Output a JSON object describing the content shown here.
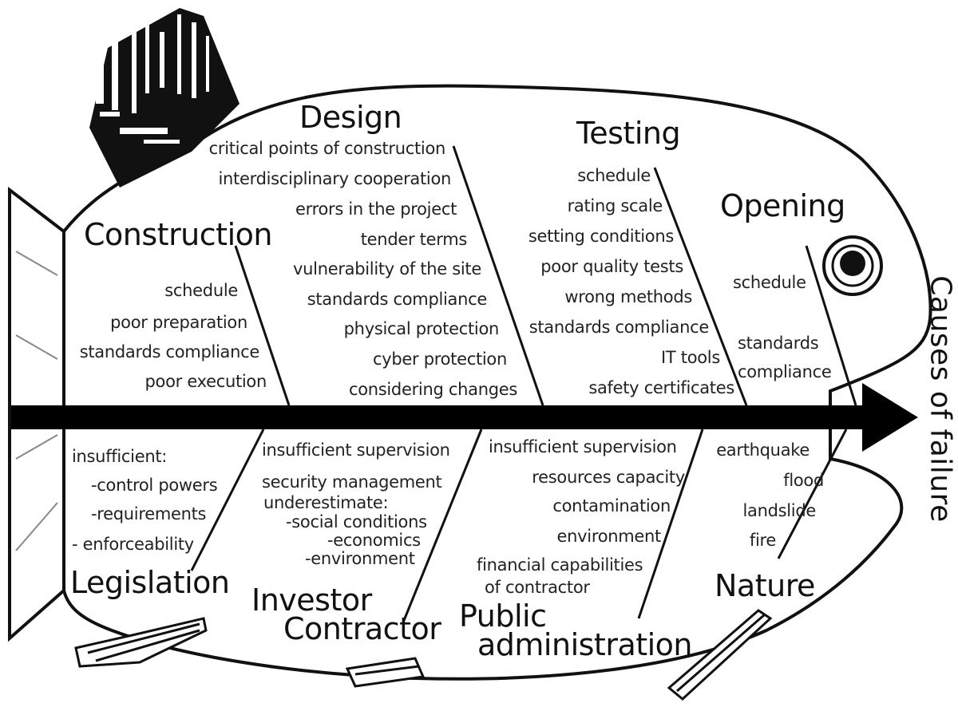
{
  "effect": "Causes of failure",
  "categories": {
    "design": {
      "title": "Design",
      "items": [
        "critical points of construction",
        "interdisciplinary cooperation",
        "errors in the project",
        "tender terms",
        "vulnerability of the site",
        "standards compliance",
        "physical protection",
        "cyber protection",
        "considering changes"
      ]
    },
    "testing": {
      "title": "Testing",
      "items": [
        "schedule",
        "rating scale",
        "setting conditions",
        "poor quality tests",
        "wrong methods",
        "standards compliance",
        "IT tools",
        "safety certificates"
      ]
    },
    "opening": {
      "title": "Opening",
      "items": [
        "schedule",
        "standards",
        "compliance"
      ]
    },
    "construction": {
      "title": "Construction",
      "items": [
        "schedule",
        "poor preparation",
        "standards compliance",
        "poor execution"
      ]
    },
    "legislation": {
      "title": "Legislation",
      "items": [
        "insufficient:",
        "-control powers",
        "-requirements",
        "- enforceability"
      ]
    },
    "investor_contractor": {
      "title_line1": "Investor",
      "title_line2": "Contractor",
      "items": [
        "insufficient supervision",
        "security management",
        "underestimate:",
        "-social conditions",
        "-economics",
        "-environment"
      ]
    },
    "public_administration": {
      "title_line1": "Public",
      "title_line2": "administration",
      "items": [
        "insufficient supervision",
        "resources capacity",
        "contamination",
        "environment",
        "financial capabilities",
        "of contractor"
      ]
    },
    "nature": {
      "title": "Nature",
      "items": [
        "earthquake",
        "flood",
        "landslide",
        "fire"
      ]
    }
  }
}
